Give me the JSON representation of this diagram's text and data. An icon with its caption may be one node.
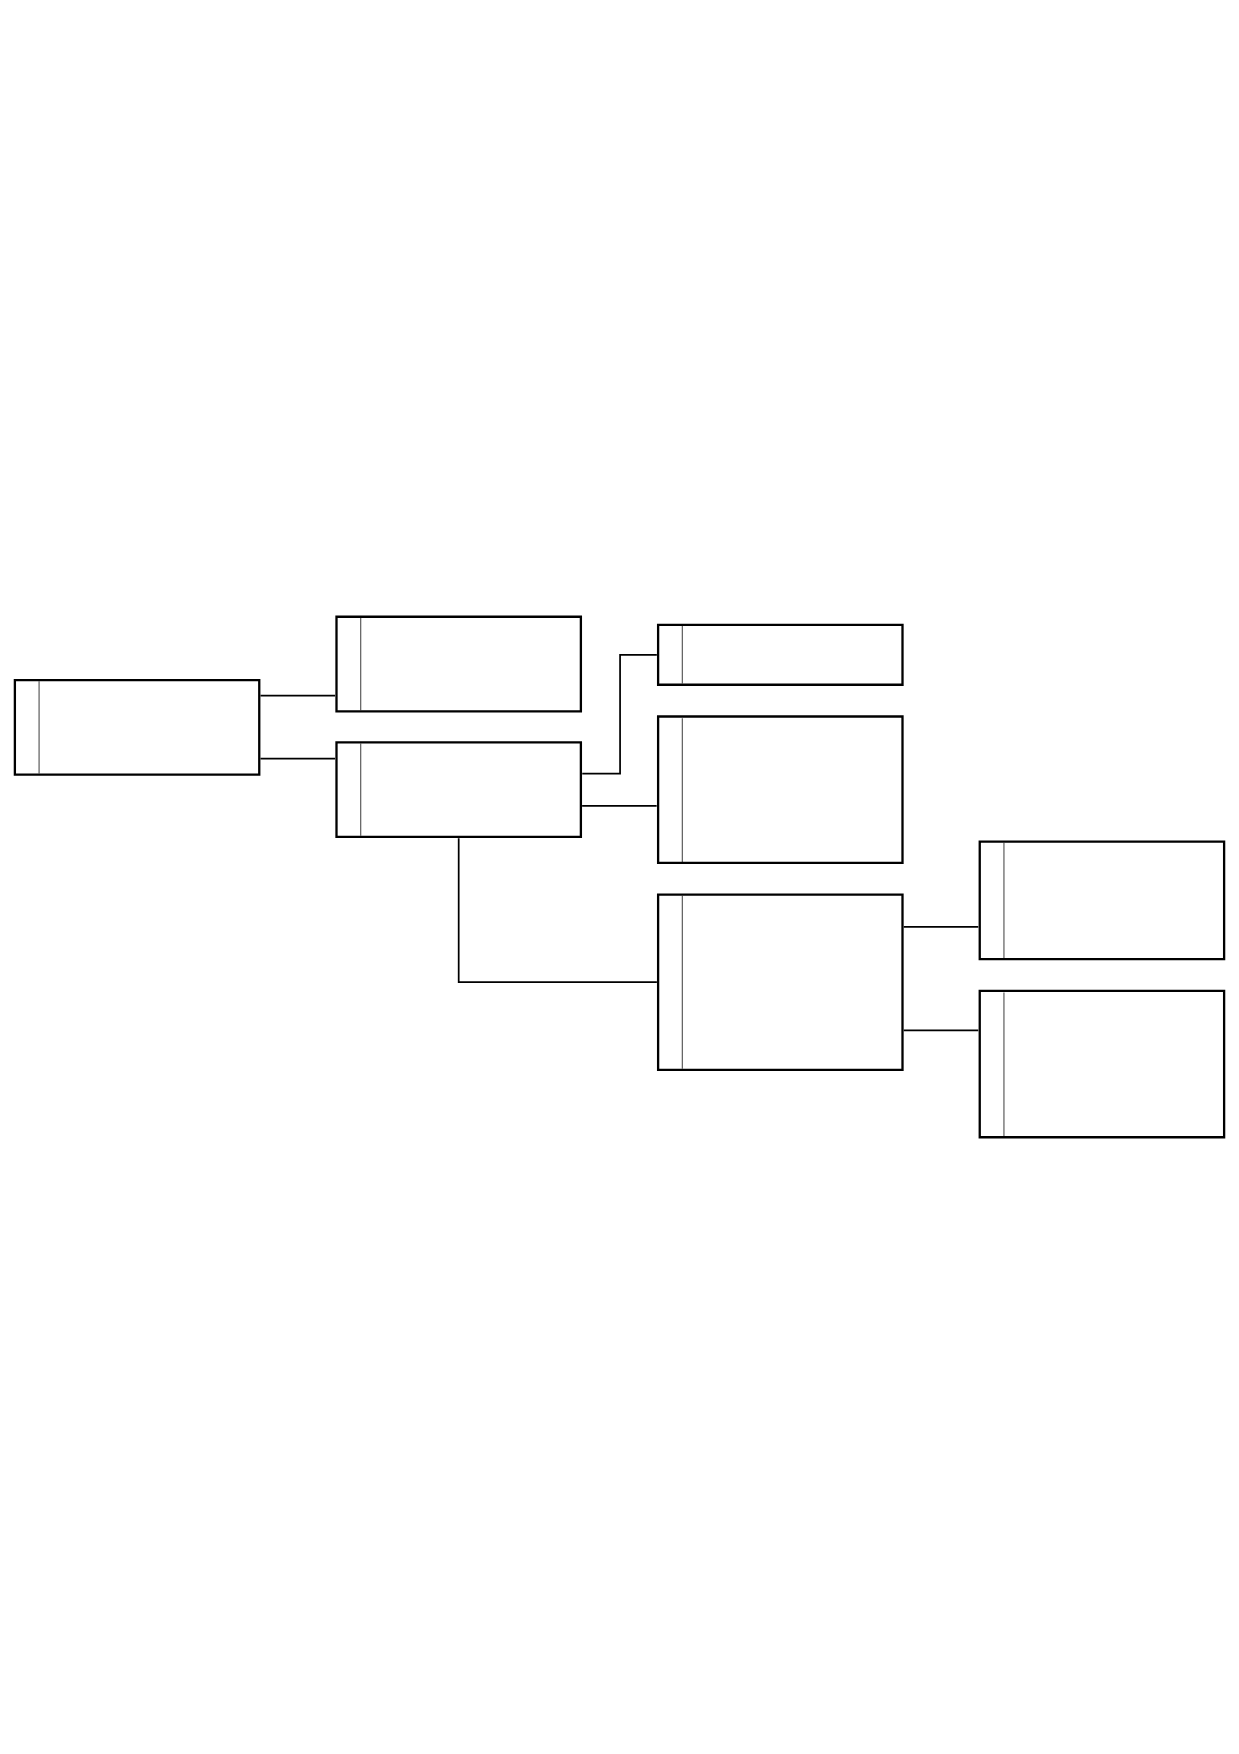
{
  "diagram": {
    "nodes": [
      {
        "text": [],
        "shape": "box"
      },
      {
        "text": [],
        "shape": "box"
      },
      {
        "text": [],
        "shape": "box"
      },
      {
        "text": [],
        "shape": "box"
      },
      {
        "text": [],
        "shape": "box"
      },
      {
        "text": [],
        "shape": "box"
      },
      {
        "text": [],
        "shape": "box"
      },
      {
        "text": [],
        "shape": "box"
      }
    ],
    "edges": [
      {
        "from": 0,
        "to": 1,
        "arrow": "none"
      },
      {
        "from": 0,
        "to": 2,
        "arrow": "none"
      },
      {
        "from": 2,
        "to": 3,
        "arrow": "none"
      },
      {
        "from": 2,
        "to": 4,
        "arrow": "none"
      },
      {
        "from": 2,
        "to": 5,
        "arrow": "none"
      },
      {
        "from": 5,
        "to": 6,
        "arrow": "none"
      },
      {
        "from": 5,
        "to": 7,
        "arrow": "none"
      }
    ]
  }
}
